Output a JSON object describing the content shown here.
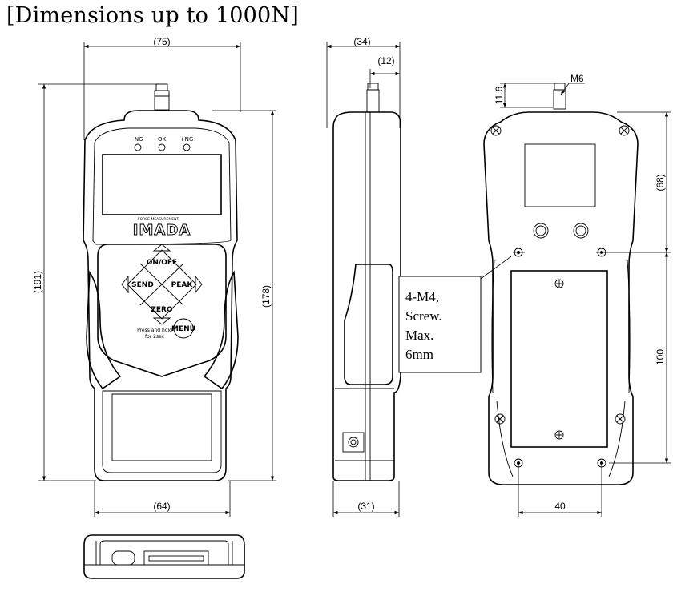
{
  "title": "[Dimensions up to 1000N]",
  "front_view": {
    "width_overall": "(75)",
    "height_overall": "(191)",
    "height_body": "(178)",
    "width_base": "(64)",
    "leds": [
      "-NG",
      "OK",
      "+NG"
    ],
    "brand": "IMADA",
    "brand_sub": "FORCE MEASUREMENT",
    "buttons": {
      "on_off": "ON/OFF",
      "send": "SEND",
      "peak": "PEAK",
      "zero": "ZERO",
      "menu": "MENU"
    },
    "hint_line1": "Press and hold",
    "hint_line2": "for 2sec"
  },
  "side_view": {
    "depth_overall": "(34)",
    "shaft_offset": "(12)",
    "depth_base": "(31)"
  },
  "note": {
    "line1": "4-M4,",
    "line2": "Screw.",
    "line3": "Max.",
    "line4": "6mm"
  },
  "rear_view": {
    "thread": "M6",
    "shaft_length": "11.6",
    "upper_spacing": "(68)",
    "hole_spacing_vertical": "100",
    "hole_spacing_horizontal": "40"
  }
}
